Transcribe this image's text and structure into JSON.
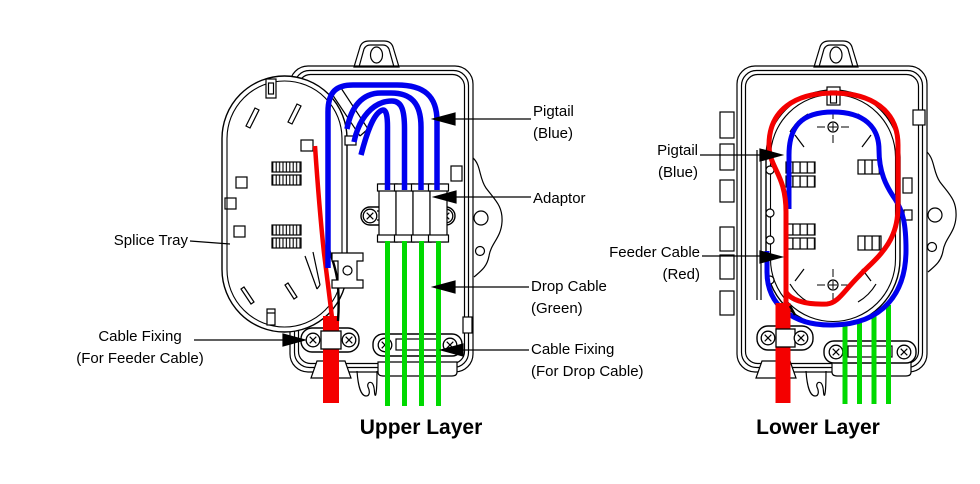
{
  "labels": {
    "splice_tray": "Splice Tray",
    "cable_fixing_feeder_1": "Cable Fixing",
    "cable_fixing_feeder_2": "(For Feeder Cable)",
    "pigtail_left_1": "Pigtail",
    "pigtail_left_2": "(Blue)",
    "adaptor": "Adaptor",
    "drop_cable_1": "Drop Cable",
    "drop_cable_2": "(Green)",
    "cable_fixing_drop_1": "Cable Fixing",
    "cable_fixing_drop_2": "(For Drop Cable)",
    "pigtail_right_1": "Pigtail",
    "pigtail_right_2": "(Blue)",
    "feeder_cable_1": "Feeder Cable",
    "feeder_cable_2": "(Red)"
  },
  "captions": {
    "upper": "Upper Layer",
    "lower": "Lower Layer"
  },
  "colors": {
    "pigtail_blue": "#0000ee",
    "feeder_red": "#f40000",
    "drop_green": "#00d900",
    "outline": "#000000"
  }
}
